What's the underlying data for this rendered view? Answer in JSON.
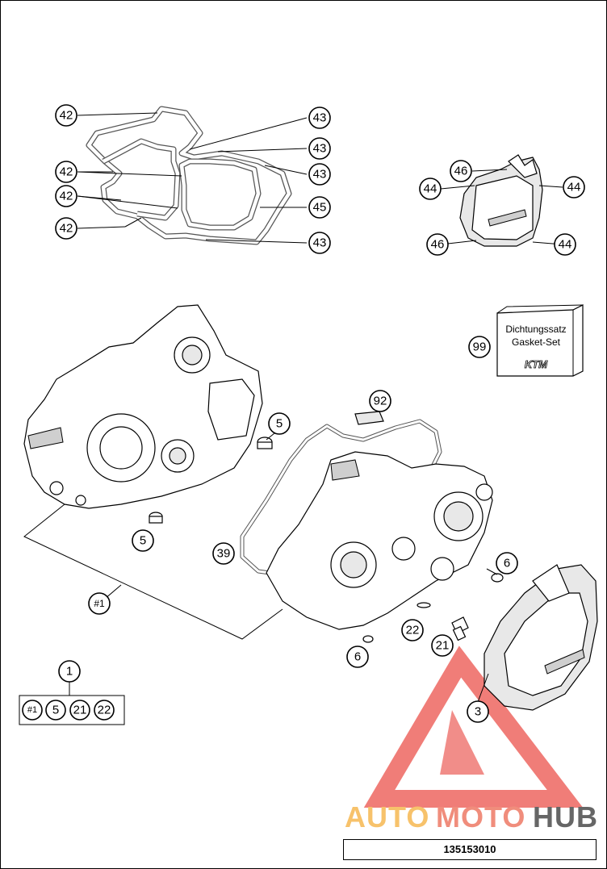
{
  "callouts": {
    "c42a": "42",
    "c42b": "42",
    "c42c": "42",
    "c42d": "42",
    "c43a": "43",
    "c43b": "43",
    "c43c": "43",
    "c43d": "43",
    "c45": "45",
    "c46a": "46",
    "c46b": "46",
    "c44a": "44",
    "c44b": "44",
    "c44c": "44",
    "c99": "99",
    "c92": "92",
    "c5a": "5",
    "c5b": "5",
    "c39": "39",
    "c6a": "6",
    "c6b": "6",
    "c22": "22",
    "c21": "21",
    "c3": "3",
    "cset": "#1",
    "c1": "1"
  },
  "kit_box": {
    "line1": "Dichtungssatz",
    "line2": "Gasket-Set",
    "logo": "KTM"
  },
  "set_contents": [
    "#1",
    "5",
    "21",
    "22"
  ],
  "watermark": {
    "part1": "AUTO",
    "part2": "MOTO",
    "part3": "HUB",
    "color1": "#f7c26b",
    "color2": "#f08d7c",
    "color3": "#666666",
    "triangle_color": "#e8413a"
  },
  "reference_number": "135153010"
}
